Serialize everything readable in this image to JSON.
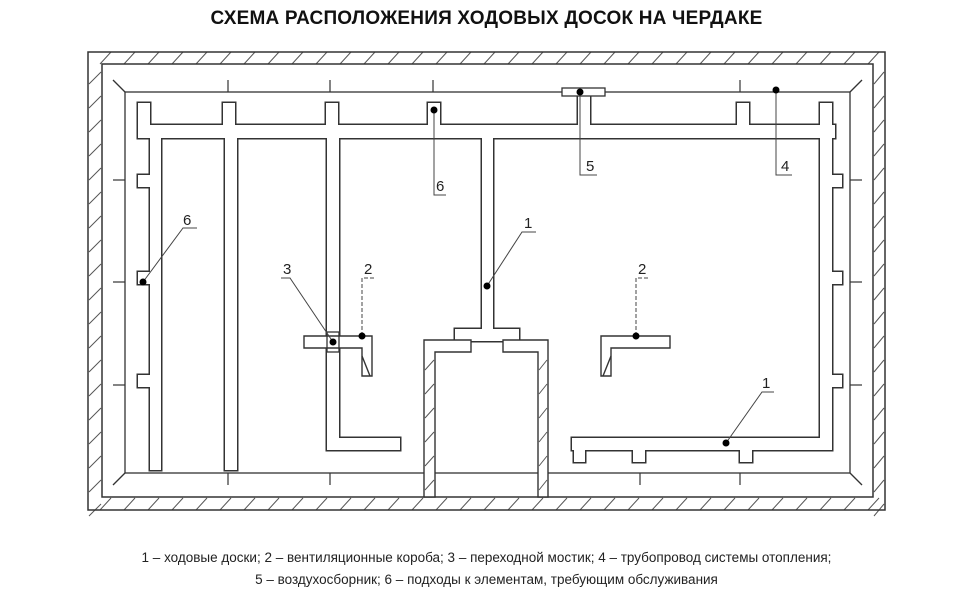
{
  "title": "СХЕМА РАСПОЛОЖЕНИЯ ХОДОВЫХ ДОСОК НА ЧЕРДАКЕ",
  "callouts": {
    "boards_center": "1",
    "boards_bottom": "1",
    "duct_left": "2",
    "duct_right": "2",
    "bridge": "3",
    "pipe": "4",
    "air_collector": "5",
    "access_left": "6",
    "access_top": "6"
  },
  "legend": {
    "line1": "1 – ходовые доски; 2 – вентиляционные короба; 3 – переходной мостик; 4 – трубопровод системы отопления;",
    "line2": "5 – воздухосборник; 6 – подходы к элементам, требующим обслуживания"
  }
}
